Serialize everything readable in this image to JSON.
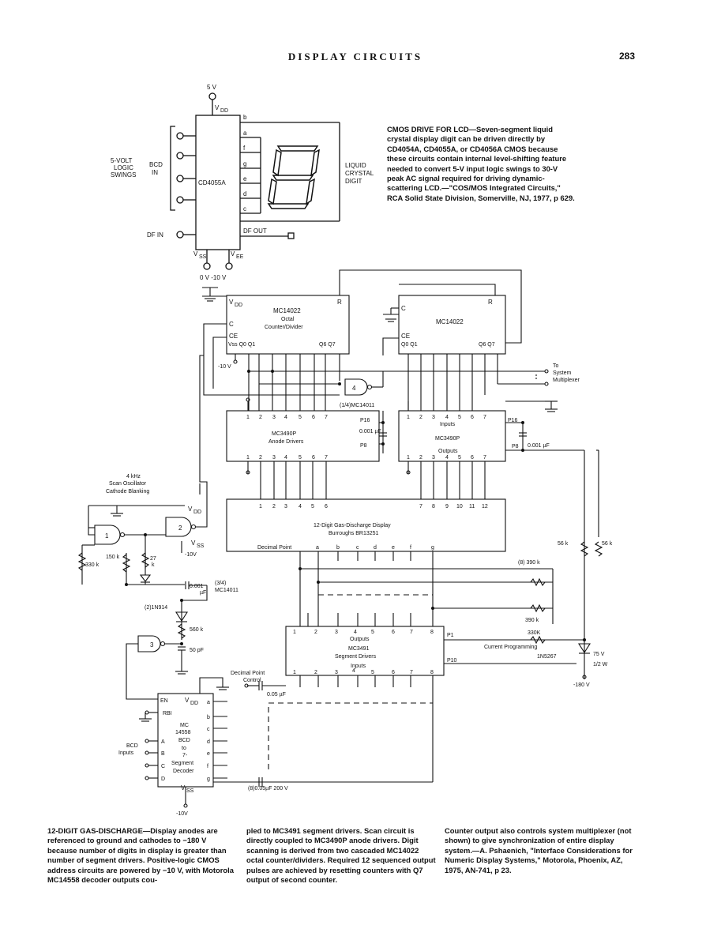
{
  "header": {
    "title": "DISPLAY CIRCUITS",
    "page_number": "283"
  },
  "lcd_circuit": {
    "supply_top": "5 V",
    "vdd": "V",
    "vdd_sub": "DD",
    "chip": "CD4055A",
    "pins_right": [
      "b",
      "a",
      "f",
      "g",
      "e",
      "d",
      "c"
    ],
    "input_labels": [
      "5-VOLT",
      "LOGIC",
      "SWINGS"
    ],
    "bcd_label": [
      "BCD",
      "IN"
    ],
    "lcd_label": [
      "LIQUID",
      "CRYSTAL",
      "DIGIT"
    ],
    "df_in": "DF IN",
    "df_out": "DF OUT",
    "vss": "V",
    "vss_sub": "SS",
    "vee": "V",
    "vee_sub": "EE",
    "bottom_voltages": "0 V   -10 V"
  },
  "caption_top": "CMOS DRIVE FOR LCD—Seven-segment liquid crystal display digit can be driven directly by CD4054A, CD4055A, or CD4056A CMOS because these circuits contain internal level-shifting feature needed to convert 5-V input logic swings to 30-V peak AC signal required for driving dynamic-scattering LCD.—\"COS/MOS Integrated Circuits,\" RCA Solid State Division, Somerville, NJ, 1977, p 629.",
  "gas_circuit": {
    "counter1": {
      "vdd": "V",
      "vdd_sub": "DD",
      "r": "R",
      "name": "MC14022",
      "line2": "Octal",
      "line3": "Counter/Divider",
      "c": "C",
      "ce": "CE",
      "bottom": "Vss Q0 Q1",
      "q67": "Q6  Q7",
      "neg10": "-10 V"
    },
    "counter2": {
      "r": "R",
      "c": "C",
      "name": "MC14022",
      "ce": "CE",
      "bottom": "Q0 Q1",
      "q67": "Q6 Q7"
    },
    "to_system": [
      "To",
      "System",
      "Multiplexer"
    ],
    "gate4": "4",
    "gate4_label": "(1/4)MC14011",
    "anode1": {
      "pins_top": [
        "1",
        "2",
        "3",
        "4",
        "5",
        "6",
        "7"
      ],
      "name": "MC3490P",
      "line2": "Anode Drivers",
      "p16": "P16",
      "p8": "P8",
      "cap": "0.001 µF",
      "pins_bottom": [
        "1",
        "2",
        "3",
        "4",
        "5",
        "6",
        "7"
      ]
    },
    "anode2": {
      "pins_top": [
        "1",
        "2",
        "3",
        "4",
        "5",
        "6",
        "7"
      ],
      "inputs": "Inputs",
      "name": "MC3490P",
      "outputs": "Outputs",
      "p16": "P16",
      "p8": "P8",
      "cap": "0.001 µF",
      "pins_bottom": [
        "1",
        "2",
        "3",
        "4",
        "5",
        "6",
        "7"
      ]
    },
    "oscillator": [
      "4 kHz",
      "Scan Oscillator",
      "Cathode Blanking"
    ],
    "gate1": "1",
    "gate2": "2",
    "gate3": "3",
    "osc_vdd": "V",
    "osc_vdd_sub": "DD",
    "osc_vss": "V",
    "osc_vss_sub": "SS",
    "osc_neg10": "-10V",
    "r150": "150 k",
    "r330": "330 k",
    "r27": "27",
    "r27k": "k",
    "cap_osc": [
      "0.001",
      "µF"
    ],
    "mc14011_34": [
      "(3/4)",
      "MC14011"
    ],
    "diode_label": "(2)1N914",
    "r560": "560 k",
    "c50": "50 pF",
    "display": {
      "pins": [
        "1",
        "2",
        "3",
        "4",
        "5",
        "6",
        "7",
        "8",
        "9",
        "10",
        "11",
        "12"
      ],
      "name": "12-Digit Gas-Discharge Display",
      "line2": "Burroughs BR13251",
      "segments_label": "Decimal Point",
      "segments": [
        "a",
        "b",
        "c",
        "d",
        "e",
        "f",
        "g"
      ]
    },
    "r56k_1": "56 k",
    "r56k_2": "56 k",
    "r390_8": "(8) 390 k",
    "r390": "390 k",
    "r330K": "330K",
    "current_prog": "Current Programming",
    "zener": "1N5267",
    "zener_rating": [
      "75 V",
      "1/2 W"
    ],
    "neg180": "-180 V",
    "seg_driver": {
      "pins_top": [
        "1",
        "2",
        "3",
        "4",
        "5",
        "6",
        "7",
        "8"
      ],
      "outputs": "Outputs",
      "name": "MC3491",
      "line2": "Segment Drivers",
      "inputs": "Inputs",
      "pins_bottom": [
        "1",
        "2",
        "3",
        "4",
        "5",
        "6",
        "7",
        "8"
      ],
      "p1": "P1",
      "p10": "P10"
    },
    "dp_control": [
      "Decimal Point",
      "Control"
    ],
    "cap005": "0.05 µF",
    "cap_bank": "(8)0.05µF   200 V",
    "decoder": {
      "en": "EN",
      "vdd": "V",
      "vdd_sub": "DD",
      "rbi": "RBI",
      "name": "MC",
      "l2": "14558",
      "l3": "BCD",
      "l4": "to",
      "l5": "7-",
      "l6": "Segment",
      "l7": "Decoder",
      "inputs": [
        "A",
        "B",
        "C",
        "D"
      ],
      "outs": [
        "a",
        "b",
        "c",
        "d",
        "e",
        "f",
        "g"
      ],
      "vss": "V",
      "vss_sub": "SS",
      "neg10": "-10V"
    },
    "bcd_inputs": [
      "BCD",
      "Inputs"
    ]
  },
  "caption_bottom": {
    "col1": "12-DIGIT GAS-DISCHARGE—Display anodes are referenced to ground and cathodes to −180 V because number of digits in display is greater than number of segment drivers. Positive-logic CMOS address circuits are powered by −10 V, with Motorola MC14558 decoder outputs cou-",
    "col2": "pled to MC3491 segment drivers. Scan circuit is directly coupled to MC3490P anode drivers. Digit scanning is derived from two cascaded MC14022 octal counter/dividers. Required 12 sequenced output pulses are achieved by resetting counters with Q7 output of second counter.",
    "col3": "Counter output also controls system multiplexer (not shown) to give synchronization of entire display system.—A. Pshaenich, \"Interface Considerations for Numeric Display Systems,\" Motorola, Phoenix, AZ, 1975, AN-741, p 23."
  }
}
